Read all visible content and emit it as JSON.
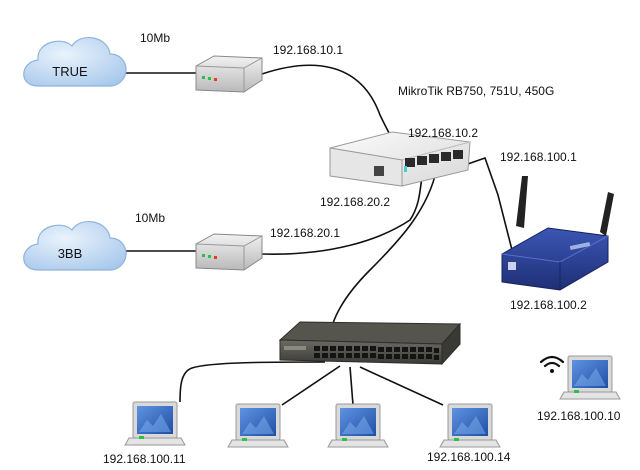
{
  "clouds": [
    {
      "id": "true",
      "label": "TRUE"
    },
    {
      "id": "3bb",
      "label": "3BB"
    }
  ],
  "links": {
    "true_speed": "10Mb",
    "bb_speed": "10Mb"
  },
  "router": {
    "model": "MikroTik RB750, 751U, 450G",
    "ip_top": "192.168.10.2",
    "ip_bottom": "192.168.20.2"
  },
  "modems": {
    "true_ip": "192.168.10.1",
    "bb_ip": "192.168.20.1"
  },
  "access_point": {
    "lan_ip": "192.168.100.1",
    "ip": "192.168.100.2"
  },
  "clients": [
    {
      "ip": "192.168.100.11"
    },
    {
      "ip": ""
    },
    {
      "ip": ""
    },
    {
      "ip": "192.168.100.14"
    },
    {
      "ip": "192.168.100.10",
      "wireless": true
    }
  ],
  "colors": {
    "cloud_fill": "#b8d4f0",
    "cloud_stroke": "#8fb4dc",
    "ap_body": "#2b3f8f",
    "switch_body": "#4a4a44",
    "laptop_screen": "#2f63b8"
  }
}
